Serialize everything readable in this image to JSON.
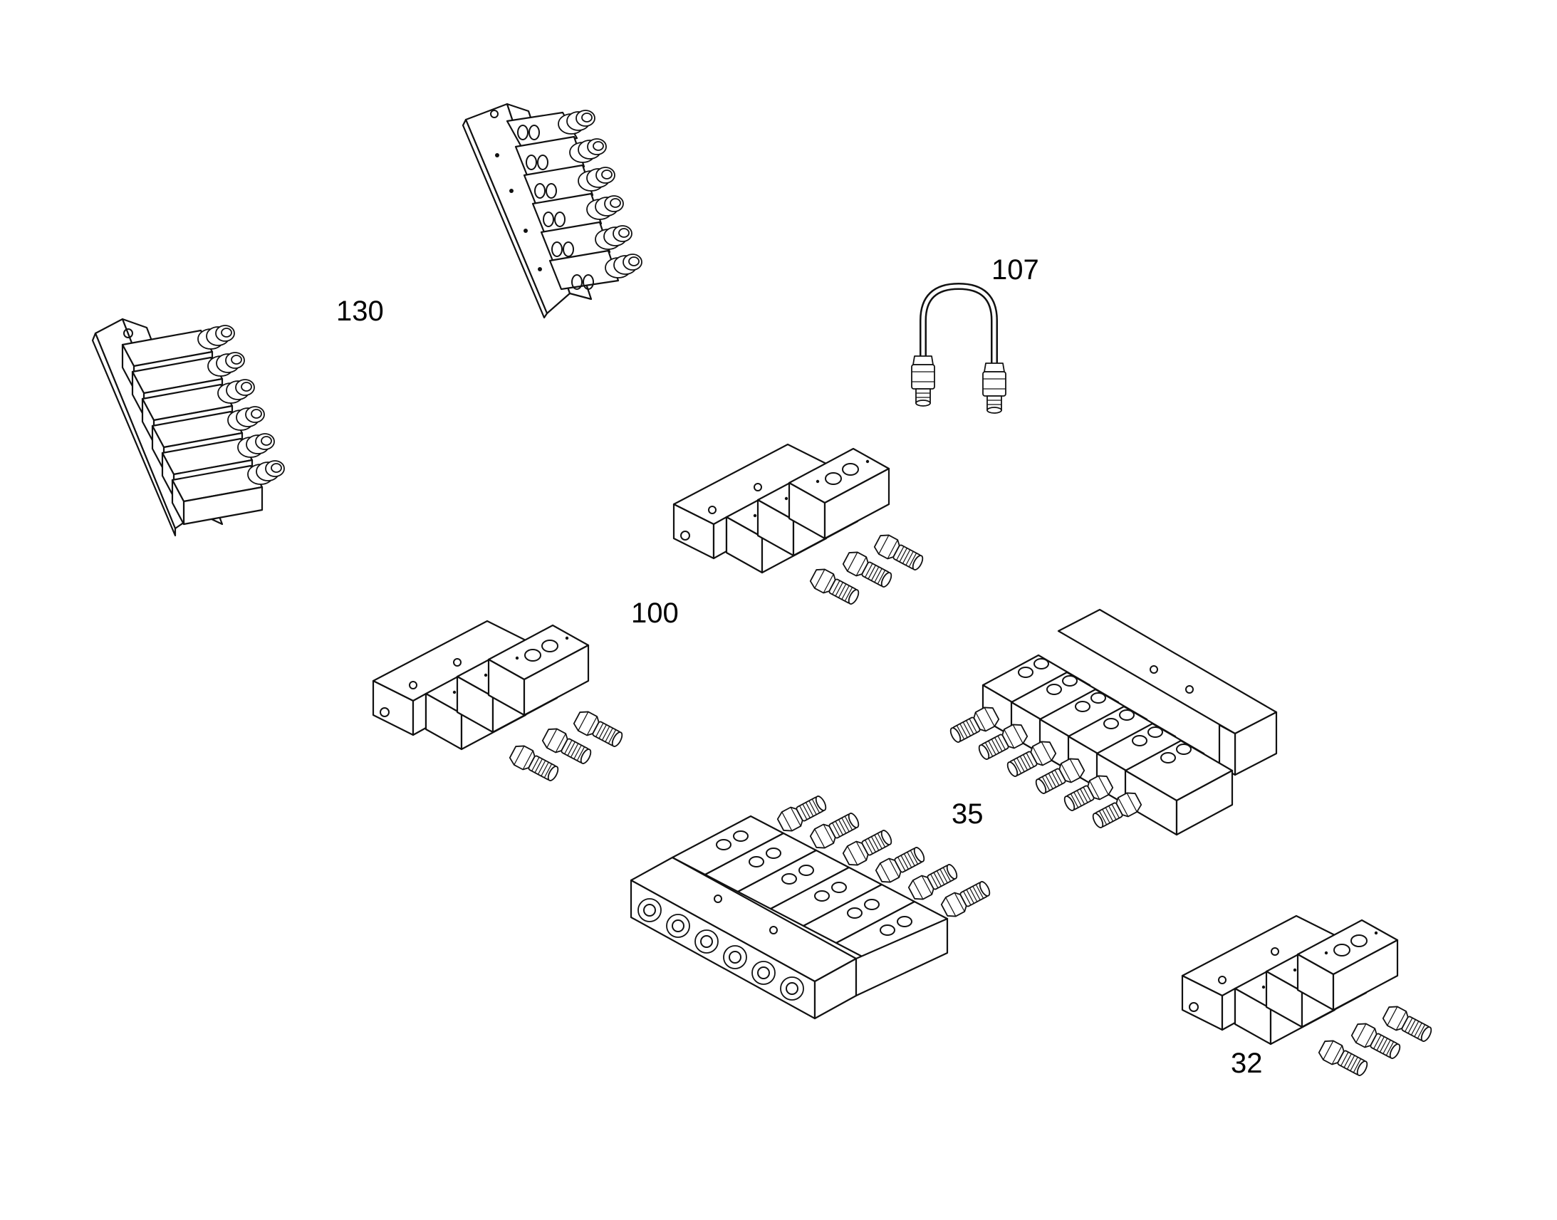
{
  "diagram": {
    "callouts": [
      {
        "id": "130",
        "text": "130"
      },
      {
        "id": "107",
        "text": "107"
      },
      {
        "id": "100",
        "text": "100"
      },
      {
        "id": "35",
        "text": "35"
      },
      {
        "id": "32",
        "text": "32"
      }
    ],
    "components": [
      {
        "name": "divider-block-6-outlet-angled-rear",
        "sections": 6
      },
      {
        "name": "divider-block-6-outlet-angled-front",
        "sections": 6
      },
      {
        "name": "u-tube-connector",
        "sections": 0
      },
      {
        "name": "divider-block-3-outlet-upper",
        "sections": 3
      },
      {
        "name": "divider-block-3-outlet-left",
        "sections": 3
      },
      {
        "name": "divider-block-6-outlet-right",
        "sections": 6
      },
      {
        "name": "divider-block-6-outlet-bottom",
        "sections": 6
      },
      {
        "name": "divider-block-3-outlet-lower-right",
        "sections": 3
      }
    ],
    "colors": {
      "line": "#111111",
      "background": "#ffffff"
    }
  }
}
